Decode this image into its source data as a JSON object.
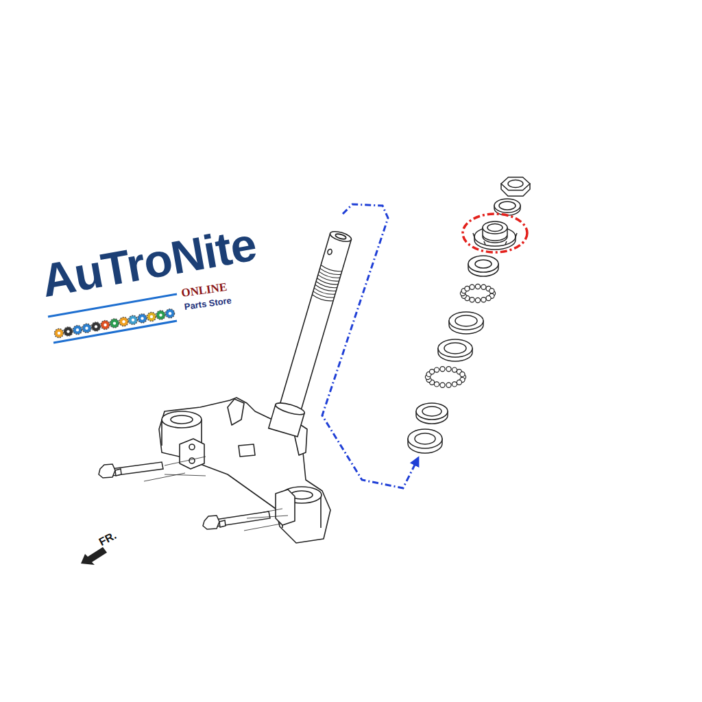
{
  "diagram": {
    "labels": [
      "AuTroNite",
      "ONLINE",
      "Parts Store",
      "FR."
    ]
  }
}
